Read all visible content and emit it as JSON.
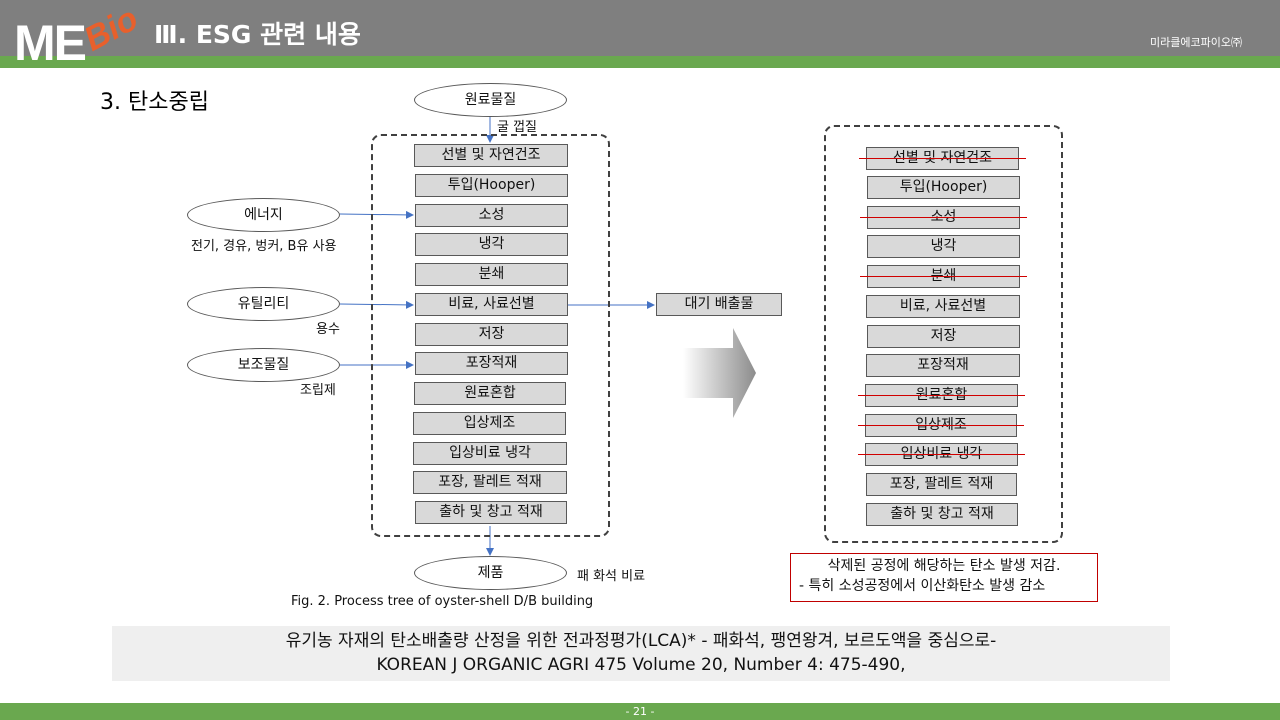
{
  "header": {
    "logo_me": "ME",
    "logo_bio": "Bio",
    "title": "Ⅲ. ESG 관련 내용",
    "company": "미라클에코파이오㈜"
  },
  "section_title": "3. 탄소중립",
  "left_tree": {
    "input_node": "원료물질",
    "input_note": "굴 껍질",
    "processes": [
      "선별 및 자연건조",
      "투입(Hooper)",
      "소성",
      "냉각",
      "분쇄",
      "비료, 사료선별",
      "저장",
      "포장적재",
      "원료혼합",
      "입상제조",
      "입상비료 냉각",
      "포장, 팔레트 적재",
      "출하 및 창고 적재"
    ],
    "side_inputs": [
      {
        "label": "에너지",
        "note": "전기, 경유, 벙커, B유 사용"
      },
      {
        "label": "유틸리티",
        "note": "용수"
      },
      {
        "label": "보조물질",
        "note": "조립제"
      }
    ],
    "emission": "대기 배출물",
    "product": "제품",
    "product_note": "패 화석 비료",
    "caption": "Fig. 2. Process tree of oyster-shell D/B building"
  },
  "right_tree": {
    "processes": [
      {
        "label": "선별 및 자연건조",
        "deleted": true
      },
      {
        "label": "투입(Hooper)",
        "deleted": false
      },
      {
        "label": "소성",
        "deleted": true
      },
      {
        "label": "냉각",
        "deleted": false
      },
      {
        "label": "분쇄",
        "deleted": true
      },
      {
        "label": "비료, 사료선별",
        "deleted": false
      },
      {
        "label": "저장",
        "deleted": false
      },
      {
        "label": "포장적재",
        "deleted": false
      },
      {
        "label": "원료혼합",
        "deleted": true
      },
      {
        "label": "입상제조",
        "deleted": true
      },
      {
        "label": "입상비료 냉각",
        "deleted": true
      },
      {
        "label": "포장, 팔레트 적재",
        "deleted": false
      },
      {
        "label": "출하 및 창고 적재",
        "deleted": false
      }
    ],
    "note_line1": "삭제된 공정에 해당하는 탄소 발생 저감.",
    "note_line2": "- 특히 소성공정에서 이산화탄소 발생 감소"
  },
  "citation": {
    "line1": "유기농 자재의 탄소배출량 산정을 위한 전과정평가(LCA)* - 패화석, 팽연왕겨, 보르도액을 중심으로-",
    "line2": "KOREAN J ORGANIC AGRI 475 Volume 20, Number 4: 475-490,"
  },
  "footer": {
    "page": "- 21 -"
  },
  "colors": {
    "header_gray": "#7f7f7f",
    "accent_green": "#6aa84f",
    "logo_orange": "#e8602c",
    "arrow_blue": "#4472c4",
    "strike_red": "#d00000"
  }
}
